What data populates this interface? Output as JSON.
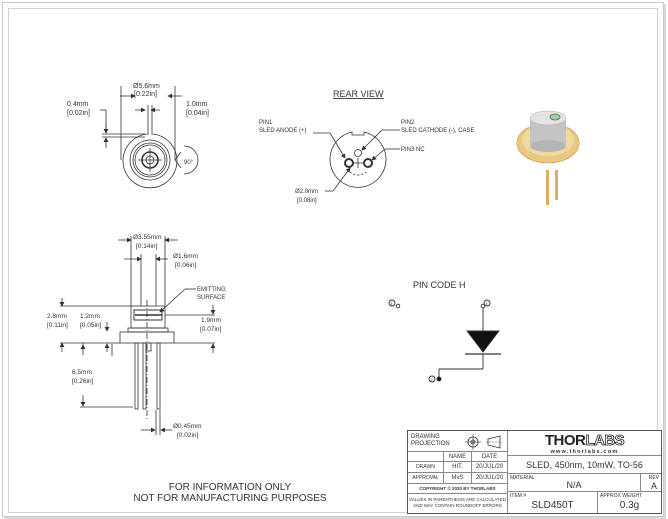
{
  "top_view": {
    "diameter_mm": "Ø5.6mm",
    "diameter_in": "[0.22in]",
    "left_dim_mm": "0.4mm",
    "left_dim_in": "[0.02in]",
    "right_dim_mm": "1.0mm",
    "right_dim_in": "[0.04in]",
    "angle": "90°"
  },
  "rear_view": {
    "title": "REAR VIEW",
    "pin1_label": "PIN1",
    "pin1_desc": "SLED ANODE (+)",
    "pin2_label": "PIN2",
    "pin2_desc": "SLED CATHODE (-), CASE",
    "pin3_label": "PIN3 NC",
    "circle_dim_mm": "Ø2.0mm",
    "circle_dim_in": "[0.08in]"
  },
  "side_view": {
    "cap_dia_mm": "Ø3.55mm",
    "cap_dia_in": "[0.14in]",
    "window_dia_mm": "Ø1.6mm",
    "window_dia_in": "[0.06in]",
    "emitting_label_1": "EMITTING",
    "emitting_label_2": "SURFACE",
    "height_mm": "2.8mm",
    "height_in": "[0.11in]",
    "flange_mm": "1.2mm",
    "flange_in": "[0.05in]",
    "surface_mm": "1.9mm",
    "surface_in": "[0.07in]",
    "pin_len_mm": "6.5mm",
    "pin_len_in": "[0.26in]",
    "pin_dia_mm": "Ø0.45mm",
    "pin_dia_in": "[0.02in]"
  },
  "pin_code": {
    "title": "PIN CODE H",
    "pin1": "1",
    "pin2": "2",
    "pin3": "3"
  },
  "footer_note": {
    "line1": "FOR INFORMATION ONLY",
    "line2": "NOT FOR MANUFACTURING PURPOSES"
  },
  "title_block": {
    "drawing_projection_1": "DRAWING",
    "drawing_projection_2": "PROJECTION",
    "col_name": "NAME",
    "col_date": "DATE",
    "drawn_label": "DRAWN",
    "drawn_name": "HIT.",
    "drawn_date": "20/JUL/20",
    "approval_label": "APPROVAL",
    "approval_name": "MvS",
    "approval_date": "20/JUL/20",
    "copyright": "COPYRIGHT © 2020 BY THORLABS",
    "note_1": "VALUES IN PARENTHESIS ARE CALCULATED",
    "note_2": "AND MAY CONTAIN ROUNDOFF ERRORS",
    "brand_dark": "THOR",
    "brand_light": "LABS",
    "website": "www.thorlabs.com",
    "description": "SLED, 450nm, 10mW, TO-56",
    "material_label": "MATERIAL",
    "material_value": "N/A",
    "rev_label": "REV",
    "rev_value": "A",
    "item_label": "ITEM #",
    "item_value": "SLD450T",
    "weight_label": "APPROX WEIGHT",
    "weight_value": "0.3g"
  },
  "colors": {
    "line": "#333333",
    "gold": "#e8c27a",
    "silver": "#c9c9c9",
    "window_green": "#9bd39b"
  }
}
